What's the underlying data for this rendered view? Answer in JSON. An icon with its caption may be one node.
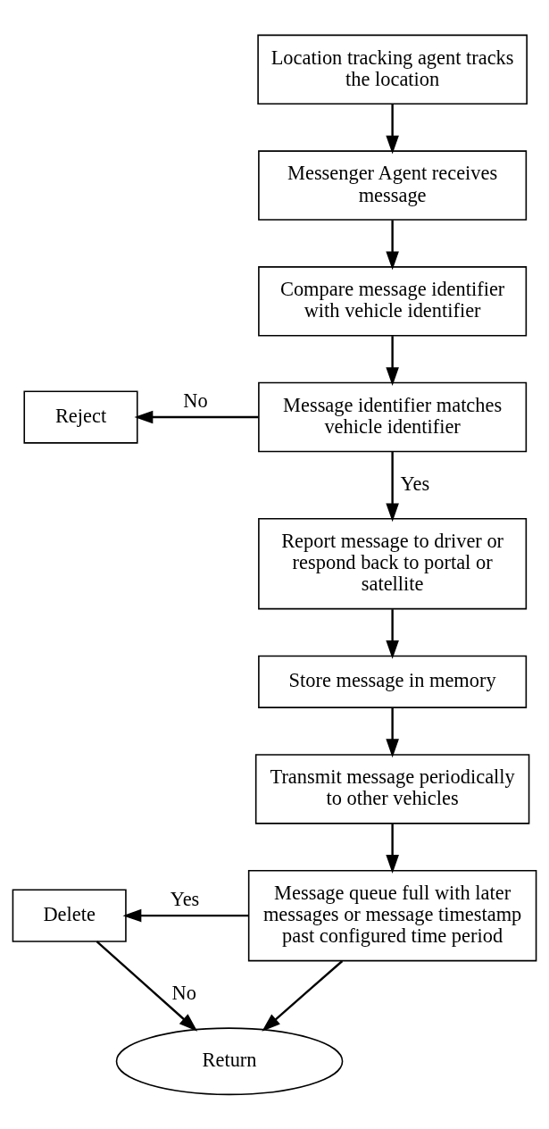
{
  "diagram": {
    "nodes": [
      {
        "text": [
          "Location tracking agent tracks the location"
        ]
      },
      {
        "text": [
          "Messenger Agent receives message"
        ]
      },
      {
        "text": [
          "Compare message identifier with vehicle identifier"
        ]
      },
      {
        "text": [
          "Message identifier matches vehicle identifier"
        ]
      },
      {
        "text": [
          "Reject"
        ]
      },
      {
        "text": [
          "Report message to driver or respond back to portal or satellite"
        ]
      },
      {
        "text": [
          "Store message in memory"
        ]
      },
      {
        "text": [
          "Transmit message periodically to other vehicles"
        ]
      },
      {
        "text": [
          "Message queue full with later messages or message timestamp past configured time period"
        ]
      },
      {
        "text": [
          "Delete"
        ]
      },
      {
        "text": [
          "Return"
        ]
      }
    ],
    "edges": [
      {
        "from": 0,
        "to": 1,
        "arrow": "to"
      },
      {
        "from": 1,
        "to": 2,
        "arrow": "to"
      },
      {
        "from": 2,
        "to": 3,
        "arrow": "to"
      },
      {
        "from": 3,
        "to": 4,
        "arrow": "to",
        "label": "No"
      },
      {
        "from": 3,
        "to": 5,
        "arrow": "to",
        "label": "Yes"
      },
      {
        "from": 5,
        "to": 6,
        "arrow": "to"
      },
      {
        "from": 6,
        "to": 7,
        "arrow": "to"
      },
      {
        "from": 7,
        "to": 8,
        "arrow": "to"
      },
      {
        "from": 8,
        "to": 9,
        "arrow": "to",
        "label": "Yes"
      },
      {
        "from": 9,
        "to": 10,
        "arrow": "to",
        "label": "No"
      },
      {
        "from": 8,
        "to": 10,
        "arrow": "to"
      }
    ]
  }
}
